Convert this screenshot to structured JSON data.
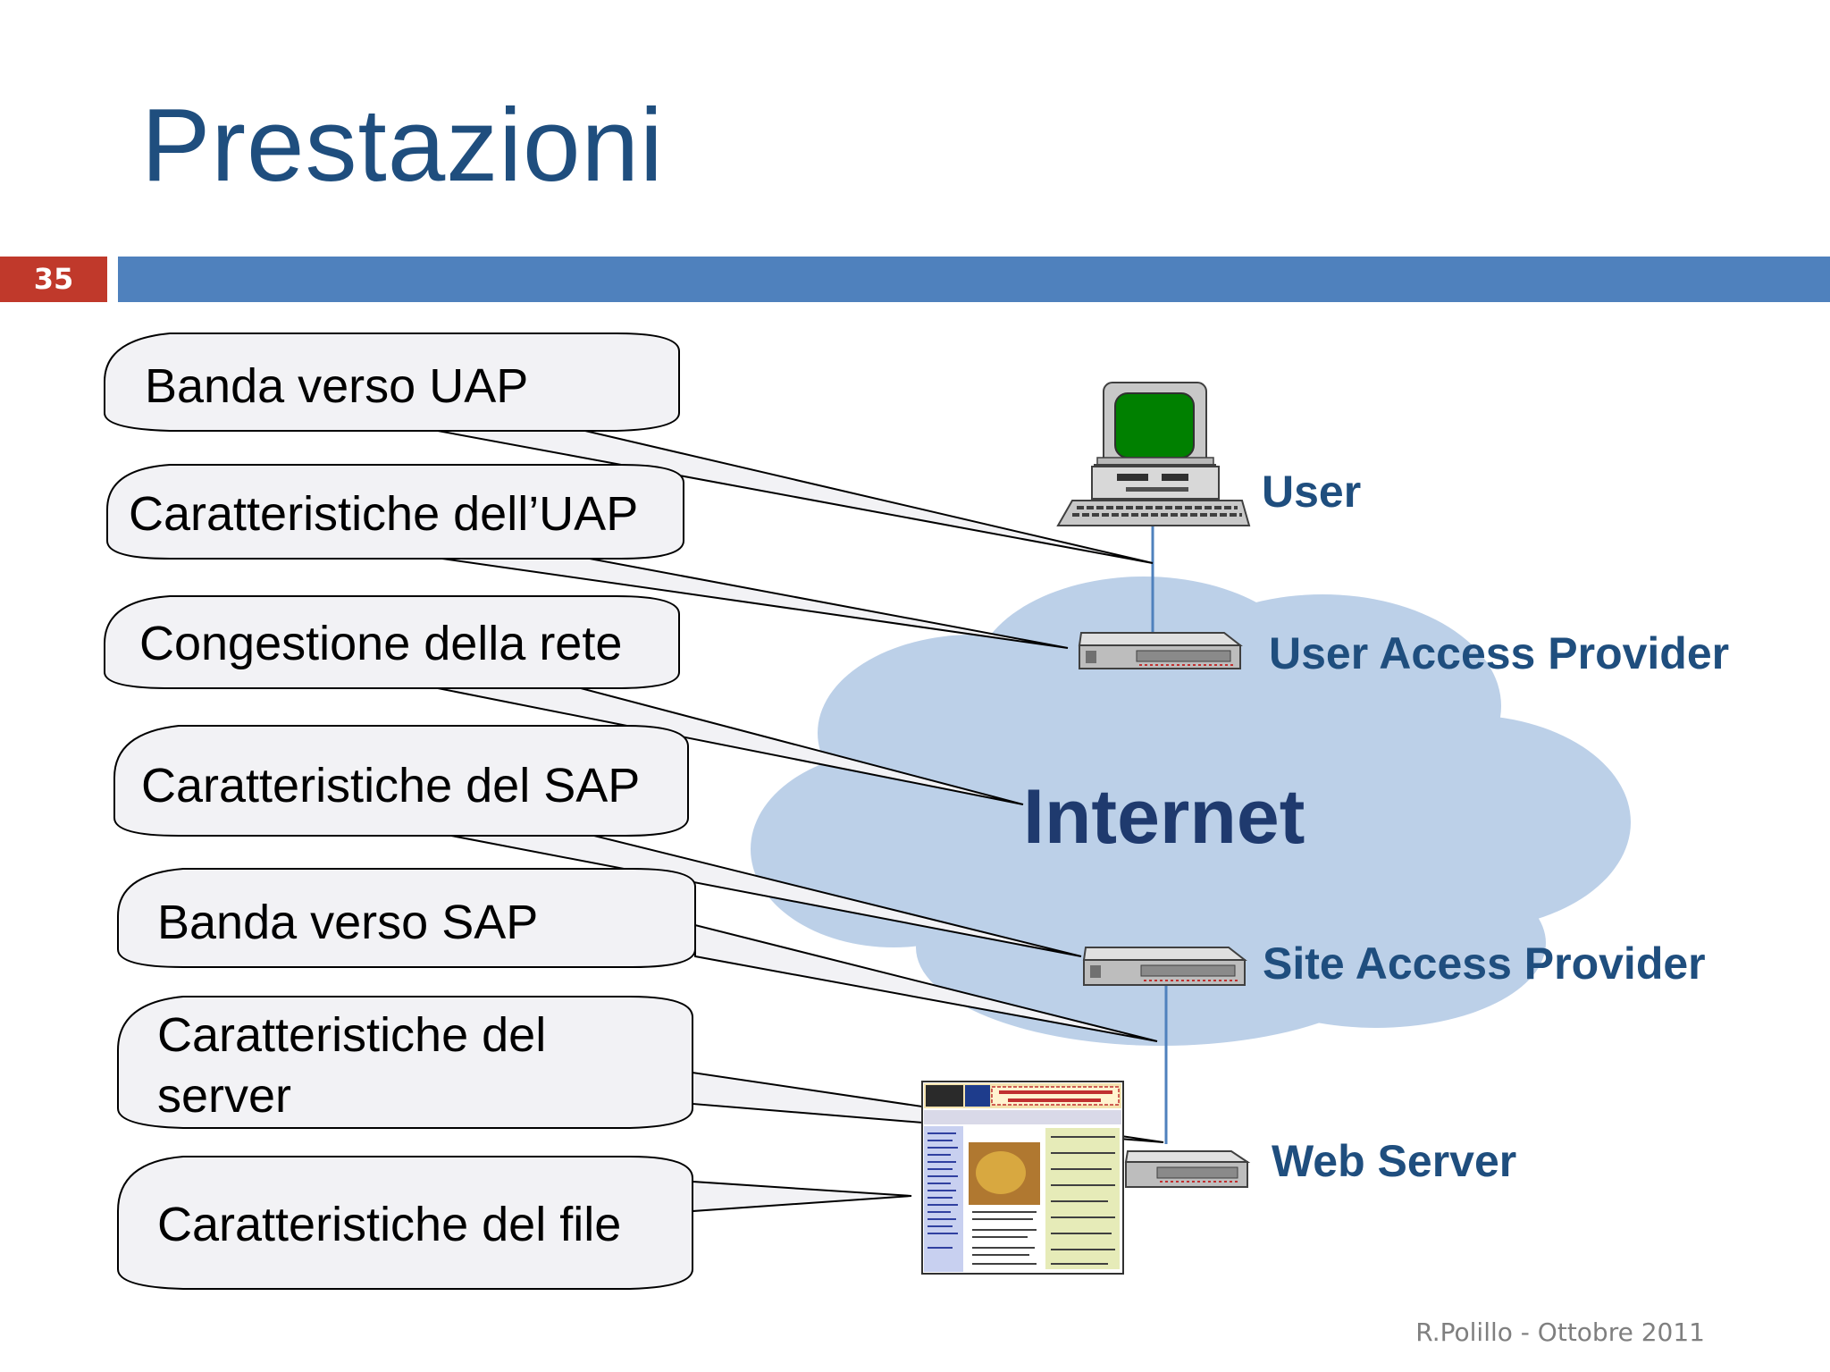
{
  "slide": {
    "title": "Prestazioni",
    "number": "35",
    "footer": "R.Polillo - Ottobre 2011"
  },
  "diagram": {
    "callouts": [
      {
        "lines": [
          "Banda verso UAP"
        ]
      },
      {
        "lines": [
          "Caratteristiche dell’UAP"
        ]
      },
      {
        "lines": [
          "Congestione della rete"
        ]
      },
      {
        "lines": [
          "Caratteristiche del SAP"
        ]
      },
      {
        "lines": [
          "Banda verso SAP"
        ]
      },
      {
        "lines": [
          "Caratteristiche del",
          "server"
        ]
      },
      {
        "lines": [
          "Caratteristiche del file"
        ]
      }
    ],
    "nodes": {
      "user": "User",
      "uap": "User Access Provider",
      "internet": "Internet",
      "sap": "Site Access Provider",
      "web_server": "Web Server"
    },
    "colors": {
      "cloud": "#bcd0e8",
      "bubble_fill": "#f2f2f5",
      "label": "#1f4e7e",
      "accent_bar": "#4f81bd",
      "slide_number_bg": "#c0392b",
      "screen": "#008000"
    },
    "icons": [
      "computer-icon",
      "router-icon",
      "server-icon",
      "webpage-thumbnail"
    ]
  }
}
